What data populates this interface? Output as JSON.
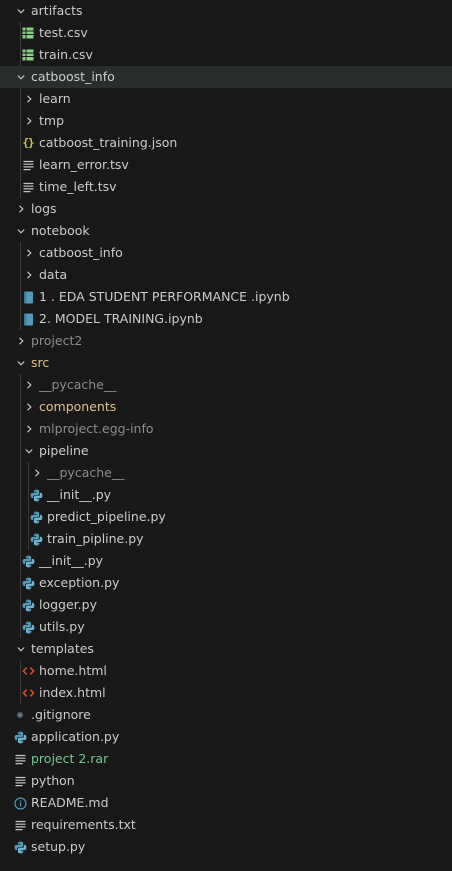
{
  "explorer": {
    "items": [
      {
        "label": "artifacts",
        "depth": 0,
        "kind": "folder",
        "expanded": true,
        "color": "default"
      },
      {
        "label": "test.csv",
        "depth": 1,
        "kind": "file",
        "icon": "csv",
        "color": "default"
      },
      {
        "label": "train.csv",
        "depth": 1,
        "kind": "file",
        "icon": "csv",
        "color": "default"
      },
      {
        "label": "catboost_info",
        "depth": 0,
        "kind": "folder",
        "expanded": true,
        "color": "default",
        "selected": true
      },
      {
        "label": "learn",
        "depth": 1,
        "kind": "folder",
        "expanded": false,
        "color": "default"
      },
      {
        "label": "tmp",
        "depth": 1,
        "kind": "folder",
        "expanded": false,
        "color": "default"
      },
      {
        "label": "catboost_training.json",
        "depth": 1,
        "kind": "file",
        "icon": "json",
        "color": "default"
      },
      {
        "label": "learn_error.tsv",
        "depth": 1,
        "kind": "file",
        "icon": "text",
        "color": "default"
      },
      {
        "label": "time_left.tsv",
        "depth": 1,
        "kind": "file",
        "icon": "text",
        "color": "default"
      },
      {
        "label": "logs",
        "depth": 0,
        "kind": "folder",
        "expanded": false,
        "color": "default"
      },
      {
        "label": "notebook",
        "depth": 0,
        "kind": "folder",
        "expanded": true,
        "color": "default"
      },
      {
        "label": "catboost_info",
        "depth": 1,
        "kind": "folder",
        "expanded": false,
        "color": "default"
      },
      {
        "label": "data",
        "depth": 1,
        "kind": "folder",
        "expanded": false,
        "color": "default"
      },
      {
        "label": "1 . EDA STUDENT PERFORMANCE .ipynb",
        "depth": 1,
        "kind": "file",
        "icon": "notebook",
        "color": "default"
      },
      {
        "label": "2. MODEL TRAINING.ipynb",
        "depth": 1,
        "kind": "file",
        "icon": "notebook",
        "color": "default"
      },
      {
        "label": "project2",
        "depth": 0,
        "kind": "folder",
        "expanded": false,
        "color": "dim"
      },
      {
        "label": "src",
        "depth": 0,
        "kind": "folder",
        "expanded": true,
        "color": "orange"
      },
      {
        "label": "__pycache__",
        "depth": 1,
        "kind": "folder",
        "expanded": false,
        "color": "dim"
      },
      {
        "label": "components",
        "depth": 1,
        "kind": "folder",
        "expanded": false,
        "color": "orange"
      },
      {
        "label": "mlproject.egg-info",
        "depth": 1,
        "kind": "folder",
        "expanded": false,
        "color": "dim"
      },
      {
        "label": "pipeline",
        "depth": 1,
        "kind": "folder",
        "expanded": true,
        "color": "default"
      },
      {
        "label": "__pycache__",
        "depth": 2,
        "kind": "folder",
        "expanded": false,
        "color": "dim"
      },
      {
        "label": "__init__.py",
        "depth": 2,
        "kind": "file",
        "icon": "python",
        "color": "default"
      },
      {
        "label": "predict_pipeline.py",
        "depth": 2,
        "kind": "file",
        "icon": "python",
        "color": "default"
      },
      {
        "label": "train_pipline.py",
        "depth": 2,
        "kind": "file",
        "icon": "python",
        "color": "default"
      },
      {
        "label": "__init__.py",
        "depth": 1,
        "kind": "file",
        "icon": "python",
        "color": "default"
      },
      {
        "label": "exception.py",
        "depth": 1,
        "kind": "file",
        "icon": "python",
        "color": "default"
      },
      {
        "label": "logger.py",
        "depth": 1,
        "kind": "file",
        "icon": "python",
        "color": "default"
      },
      {
        "label": "utils.py",
        "depth": 1,
        "kind": "file",
        "icon": "python",
        "color": "default"
      },
      {
        "label": "templates",
        "depth": 0,
        "kind": "folder",
        "expanded": true,
        "color": "default"
      },
      {
        "label": "home.html",
        "depth": 1,
        "kind": "file",
        "icon": "html",
        "color": "default"
      },
      {
        "label": "index.html",
        "depth": 1,
        "kind": "file",
        "icon": "html",
        "color": "default"
      },
      {
        "label": ".gitignore",
        "depth": 0,
        "kind": "file",
        "icon": "git",
        "color": "default"
      },
      {
        "label": "application.py",
        "depth": 0,
        "kind": "file",
        "icon": "python",
        "color": "default"
      },
      {
        "label": "project 2.rar",
        "depth": 0,
        "kind": "file",
        "icon": "text",
        "color": "green"
      },
      {
        "label": "python",
        "depth": 0,
        "kind": "file",
        "icon": "text",
        "color": "default"
      },
      {
        "label": "README.md",
        "depth": 0,
        "kind": "file",
        "icon": "info",
        "color": "default"
      },
      {
        "label": "requirements.txt",
        "depth": 0,
        "kind": "file",
        "icon": "text",
        "color": "default"
      },
      {
        "label": "setup.py",
        "depth": 0,
        "kind": "file",
        "icon": "python",
        "color": "default"
      }
    ]
  },
  "colors": {
    "background": "#181818",
    "selected_row": "#2a2d2e",
    "text": "#cccccc",
    "dim_text": "#8c8c8c",
    "modified_text": "#e2c08d",
    "untracked_text": "#73c991",
    "csv_icon": "#89d185",
    "json_icon": "#cbcb41",
    "python_icon": "#519aba",
    "html_icon": "#e44d26",
    "notebook_icon": "#519aba"
  }
}
